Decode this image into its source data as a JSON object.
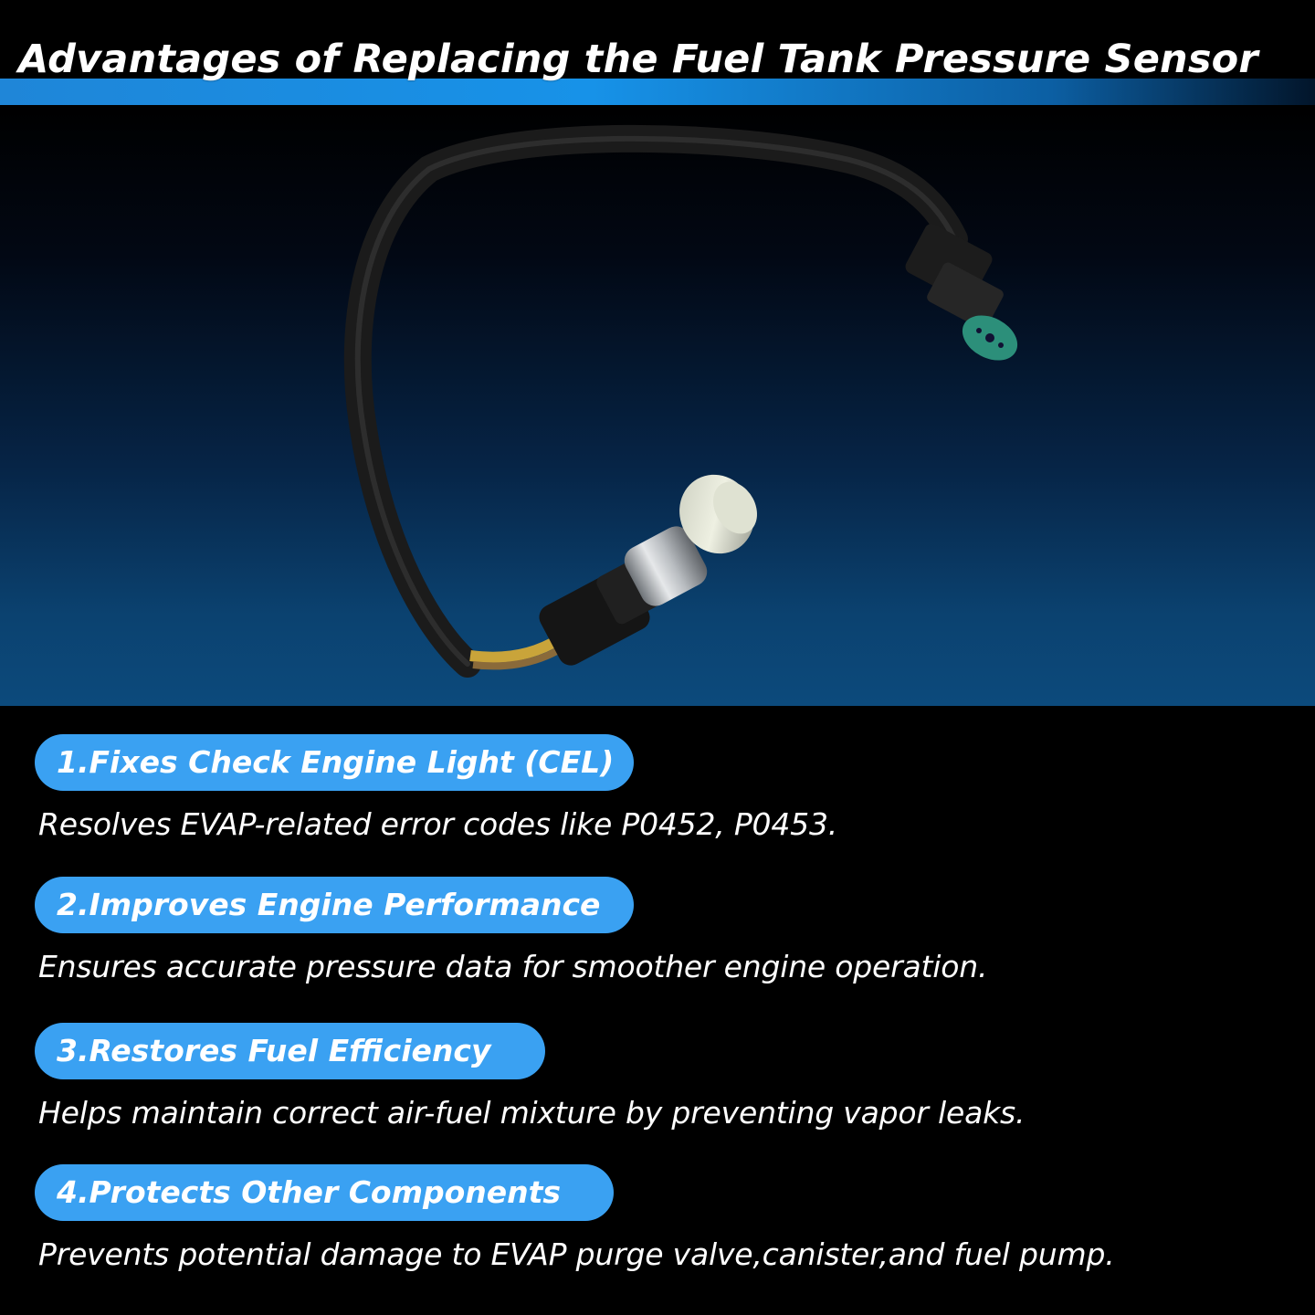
{
  "title": "Advantages of Replacing the Fuel Tank Pressure Sensor",
  "features": [
    {
      "heading": "1.Fixes Check Engine Light (CEL)",
      "description": "Resolves EVAP-related error codes like P0452, P0453."
    },
    {
      "heading": "2.Improves Engine Performance",
      "description": "Ensures accurate pressure data for smoother engine operation."
    },
    {
      "heading": "3.Restores Fuel Efficiency",
      "description": "Helps maintain correct air-fuel mixture by preventing vapor leaks."
    },
    {
      "heading": "4.Protects Other Components",
      "description": "Prevents potential damage to EVAP purge valve,canister,and fuel pump."
    }
  ],
  "colors": {
    "pill": "#3aa1f2",
    "header_band": "#1792e8",
    "background": "#000000"
  }
}
